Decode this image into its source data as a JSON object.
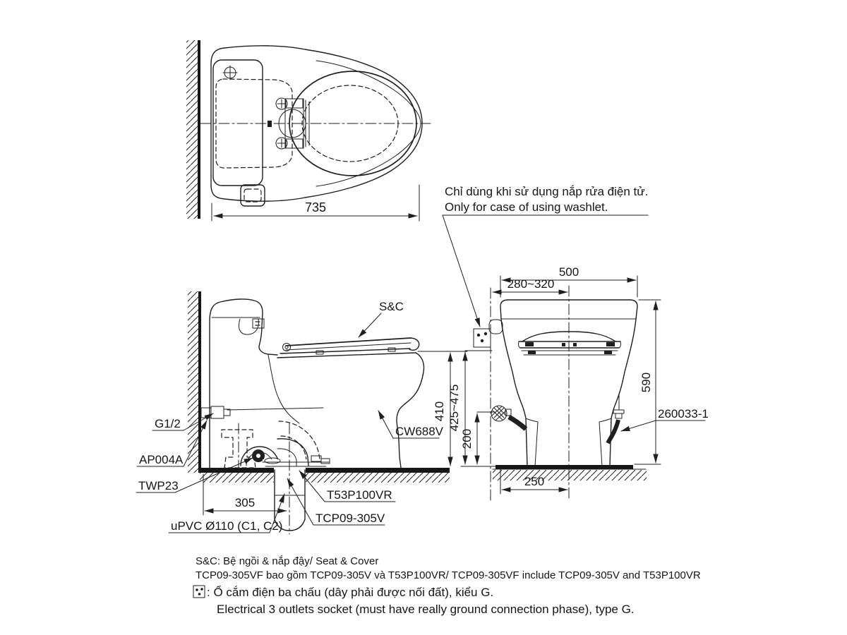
{
  "drawing": {
    "background": "#ffffff",
    "line_color": "#1f1f1f"
  },
  "washlet_note": {
    "line1_vi": "Chỉ dùng khi sử dụng nắp rửa điện tử.",
    "line2_en": "Only for case of using washlet."
  },
  "top_view": {
    "depth_dim": "735"
  },
  "side_view": {
    "seat_cover_label": "S&C",
    "model_label": "CW688V",
    "supply_thread_label": "G1/2",
    "angle_valve_label": "AP004A",
    "hose_label": "TWP23",
    "rough_in_dim": "305",
    "drain_pipe_label": "uPVC Ø110 (C1, C2)",
    "elbow_label": "TCP09-305V",
    "joint_label": "T53P100VR",
    "seat_height_dim": "410"
  },
  "front_view": {
    "width_dim": "500",
    "outlet_offset_dim": "280~320",
    "total_height_dim": "590",
    "outlet_height_dim": "425~475",
    "valve_height_dim": "200",
    "half_width_dim": "250",
    "supply_hose_label": "260033-1"
  },
  "footnotes": {
    "seat_cover": "S&C: Bệ ngồi & nắp đậy/ Seat & Cover",
    "set_includes": "TCP09-305VF bao gồm TCP09-305V và T53P100VR/ TCP09-305VF include TCP09-305V and T53P100VR",
    "outlet_vi": ": Ổ cắm điện ba chấu (dây phải được nối đất), kiểu G.",
    "outlet_en": "Electrical 3 outlets socket (must have really ground connection phase), type G."
  }
}
